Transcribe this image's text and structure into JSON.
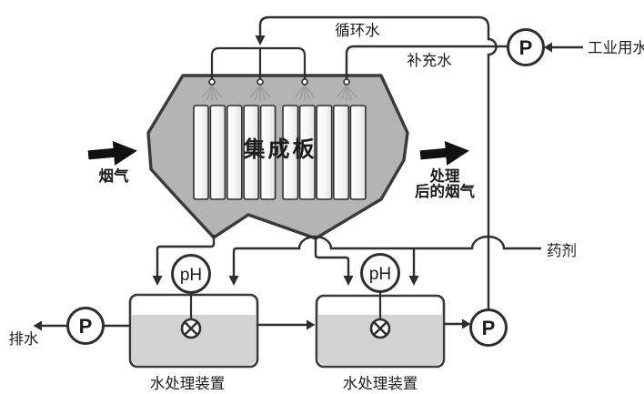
{
  "scrubber": {
    "plate_label": "集成板",
    "inlet_label": "烟气",
    "outlet_label_line1": "处理",
    "outlet_label_line2": "后的烟气"
  },
  "pipes": {
    "circulating_water": "循环水",
    "makeup_water": "补充水",
    "industrial_water": "工业用水",
    "chemical": "药剂",
    "drain": "排水"
  },
  "equipment": {
    "pump_letter": "P",
    "ph_letter": "pH",
    "tank1_label": "水处理装置",
    "tank2_label": "水处理装置"
  },
  "colors": {
    "line": "#2e2e2e",
    "vessel_fill": "#b4b4b4",
    "plate_fill": "#f4f4f4",
    "water_fill": "#d2d2d2",
    "spray": "#9a9a9a",
    "arrow_fill": "#111111",
    "background": "#ffffff"
  }
}
